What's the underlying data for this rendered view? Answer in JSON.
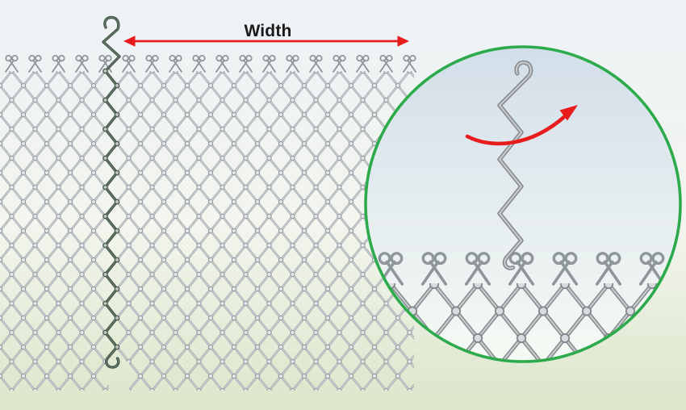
{
  "diagram": {
    "width_label": "Width",
    "colors": {
      "arrow_red": "#e81b1d",
      "circle_border_green": "#2dab4c",
      "strand_dark_green": "#45564a",
      "strand_highlight": "#6b7e6c",
      "strand_knot_fill": "#b9c4ba",
      "wire_gray_dark": "#9aa0a6",
      "wire_gray_light": "#dde0e2",
      "inset_wire_dark": "#84888c",
      "inset_wire_light": "#c6cacc",
      "label_text": "#1a1a1a",
      "background_top": "#edf2f6",
      "background_mid": "#f3f5ee",
      "background_bottom": "#dbe6ca",
      "inset_fill_top": "#d2dee9",
      "inset_fill_bottom": "#f5faf4"
    },
    "icons": {
      "width_arrow": "double-headed-horizontal-arrow",
      "rotation_arrow": "curved-red-arrow",
      "detail_view": "magnified-circle-inset",
      "strand_hook": "bent-wire-hook",
      "knuckle_loop": "twisted-wire-loop"
    }
  }
}
